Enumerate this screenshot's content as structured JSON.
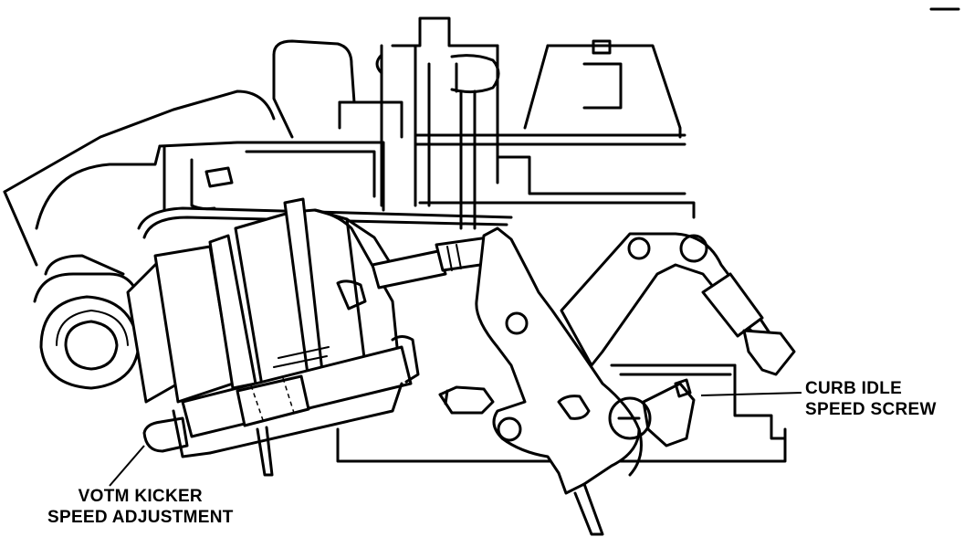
{
  "labels": {
    "curb_idle": {
      "line1": "CURB IDLE",
      "line2": "SPEED SCREW"
    },
    "votm_kicker": {
      "line1": "VOTM KICKER",
      "line2": "SPEED ADJUSTMENT"
    }
  },
  "colors": {
    "ink": "#000000",
    "paper": "#ffffff"
  }
}
